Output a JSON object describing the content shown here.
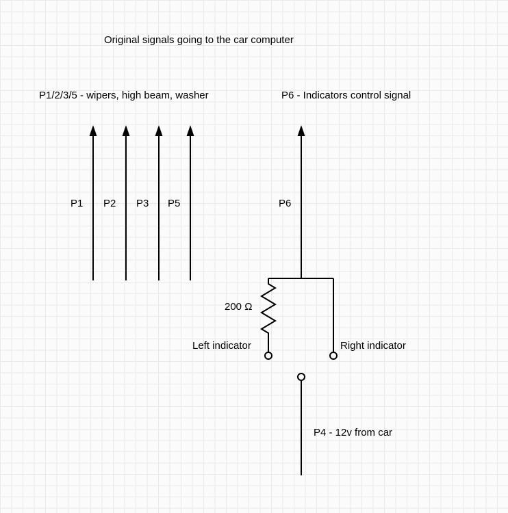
{
  "diagram": {
    "title": "Original signals going to the car computer",
    "left_group_label": "P1/2/3/5 - wipers, high beam, washer",
    "right_group_label": "P6 - Indicators control signal",
    "signals": [
      "P1",
      "P2",
      "P3",
      "P5"
    ],
    "p6_signal": "P6",
    "resistor_value": "200 Ω",
    "left_indicator": "Left indicator",
    "right_indicator": "Right indicator",
    "p4_label": "P4 - 12v from car",
    "colors": {
      "line": "#000000",
      "grid": "#e9e9e9",
      "background": "#fbfbfb"
    }
  }
}
